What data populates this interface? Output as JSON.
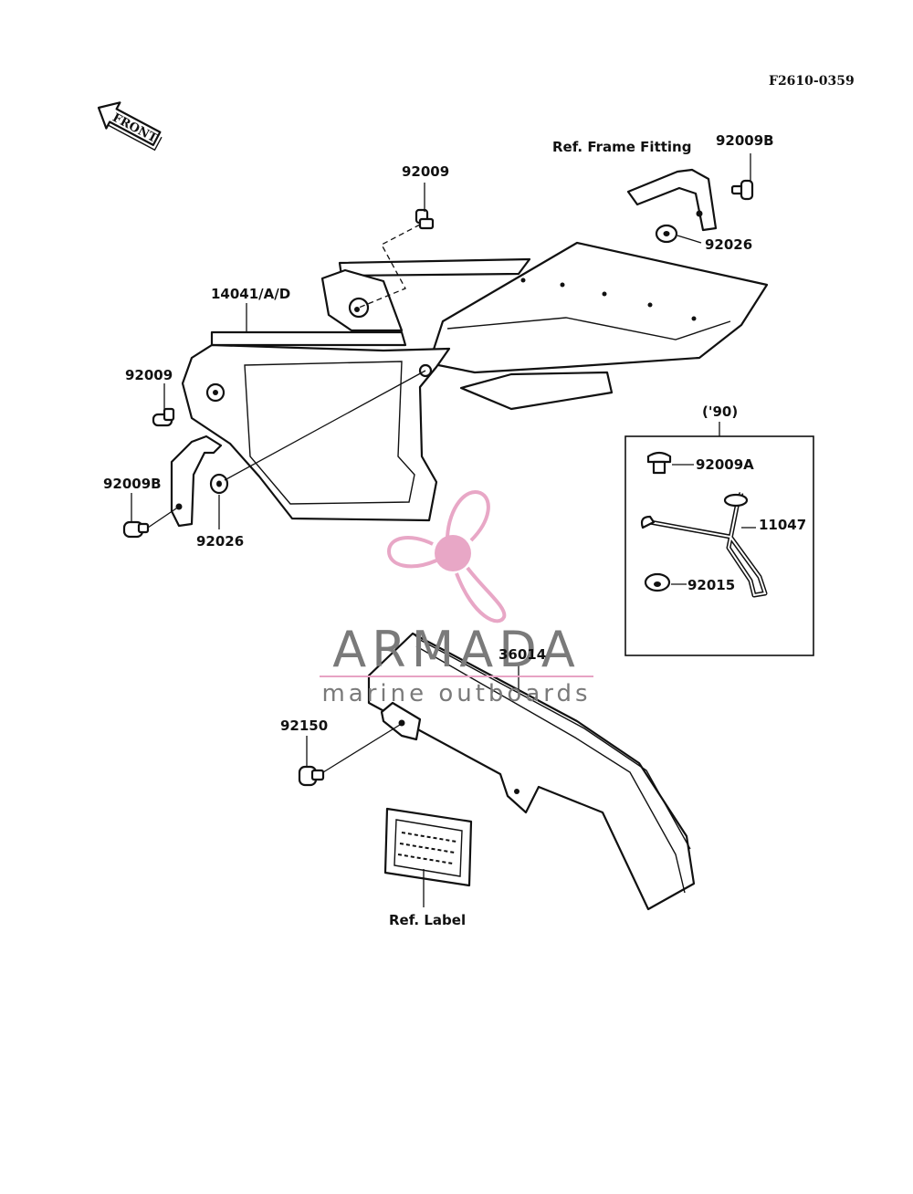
{
  "diagram": {
    "figure_code": "F2610-0359",
    "front_arrow_label": "FRONT",
    "labels": {
      "ref_frame_fitting": "Ref. Frame Fitting",
      "p92009B_top": "92009B",
      "p92009_top": "92009",
      "p92026_top": "92026",
      "p14041": "14041/A/D",
      "p92009_left": "92009",
      "p92009B_left": "92009B",
      "p92026_left": "92026",
      "inset_year": "('90)",
      "p92009A": "92009A",
      "p11047": "11047",
      "p92015": "92015",
      "p36014": "36014",
      "p92150": "92150",
      "ref_label": "Ref. Label"
    }
  },
  "watermark": {
    "brand": "ARMADA",
    "tagline": "marine outboards",
    "logo_color": "#e7a3c4",
    "text_color": "#7a7a7a"
  }
}
